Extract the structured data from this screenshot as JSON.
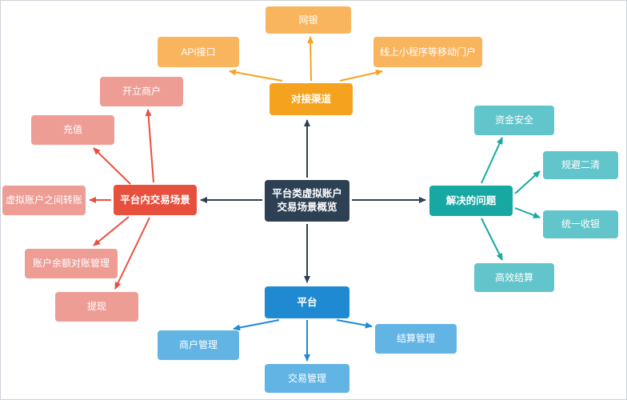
{
  "diagram": {
    "center": {
      "label": "平台类虚拟账户交易场景概览"
    },
    "branches": {
      "channels": {
        "label": "对接渠道",
        "children": [
          {
            "label": "网银"
          },
          {
            "label": "API接口"
          },
          {
            "label": "线上小程序等移动门户"
          }
        ]
      },
      "scenes": {
        "label": "平台内交易场景",
        "children": [
          {
            "label": "开立商户"
          },
          {
            "label": "充值"
          },
          {
            "label": "虚拟账户之间转账"
          },
          {
            "label": "账户余额对账管理"
          },
          {
            "label": "提现"
          }
        ]
      },
      "problems": {
        "label": "解决的问题",
        "children": [
          {
            "label": "资金安全"
          },
          {
            "label": "规避二清"
          },
          {
            "label": "统一收银"
          },
          {
            "label": "高效结算"
          }
        ]
      },
      "platform": {
        "label": "平台",
        "children": [
          {
            "label": "商户管理"
          },
          {
            "label": "交易管理"
          },
          {
            "label": "结算管理"
          }
        ]
      }
    },
    "colors": {
      "center": "#2e4154",
      "channels": "#f5a31f",
      "channels_child": "#f8b55e",
      "scenes": "#e8503e",
      "scenes_child": "#ee9d95",
      "problems": "#18a8a3",
      "problems_child": "#62c5cb",
      "platform": "#1f8ad2",
      "platform_child": "#62b4e5"
    }
  }
}
